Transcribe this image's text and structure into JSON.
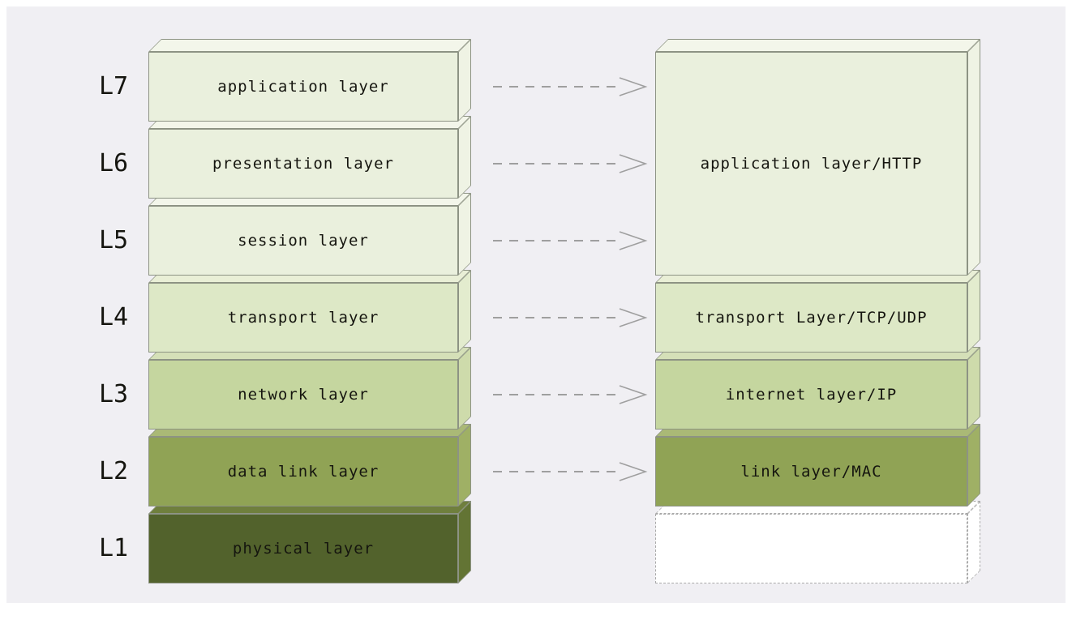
{
  "diagram": {
    "background": "#f0eff3",
    "box_border_color": "#8d9384",
    "arrow_color": "#9f9f9f",
    "text_color": "#15150f"
  },
  "osi": {
    "layers": [
      {
        "id": "L7",
        "label": "application layer",
        "front": "#eaf0dd",
        "top": "#f3f6ea",
        "side": "#eff3e4"
      },
      {
        "id": "L6",
        "label": "presentation layer",
        "front": "#eaf0dd",
        "top": "#f3f6ea",
        "side": "#eff3e4"
      },
      {
        "id": "L5",
        "label": "session layer",
        "front": "#eaf0dd",
        "top": "#f3f6ea",
        "side": "#eff3e4"
      },
      {
        "id": "L4",
        "label": "transport layer",
        "front": "#dde8c6",
        "top": "#e9efd6",
        "side": "#e3ecce"
      },
      {
        "id": "L3",
        "label": "network layer",
        "front": "#c5d69f",
        "top": "#d5e0b8",
        "side": "#cedbab"
      },
      {
        "id": "L2",
        "label": "data link layer",
        "front": "#90a355",
        "top": "#aab976",
        "side": "#9fb065"
      },
      {
        "id": "L1",
        "label": "physical layer",
        "front": "#52622c",
        "top": "#6f7f3d",
        "side": "#637434"
      }
    ]
  },
  "tcpip": {
    "layers": [
      {
        "label": "application layer/HTTP",
        "front": "#eaf0dd",
        "top": "#f3f6ea",
        "side": "#eff3e4"
      },
      {
        "label": "transport Layer/TCP/UDP",
        "front": "#dde8c6",
        "top": "#e9efd6",
        "side": "#e3ecce"
      },
      {
        "label": "internet layer/IP",
        "front": "#c5d69f",
        "top": "#d5e0b8",
        "side": "#cedbab"
      },
      {
        "label": "link layer/MAC",
        "front": "#90a355",
        "top": "#aab976",
        "side": "#9fb065"
      },
      {
        "label": "",
        "front": "#ffffff",
        "top": "#ffffff",
        "side": "#ffffff"
      }
    ]
  }
}
